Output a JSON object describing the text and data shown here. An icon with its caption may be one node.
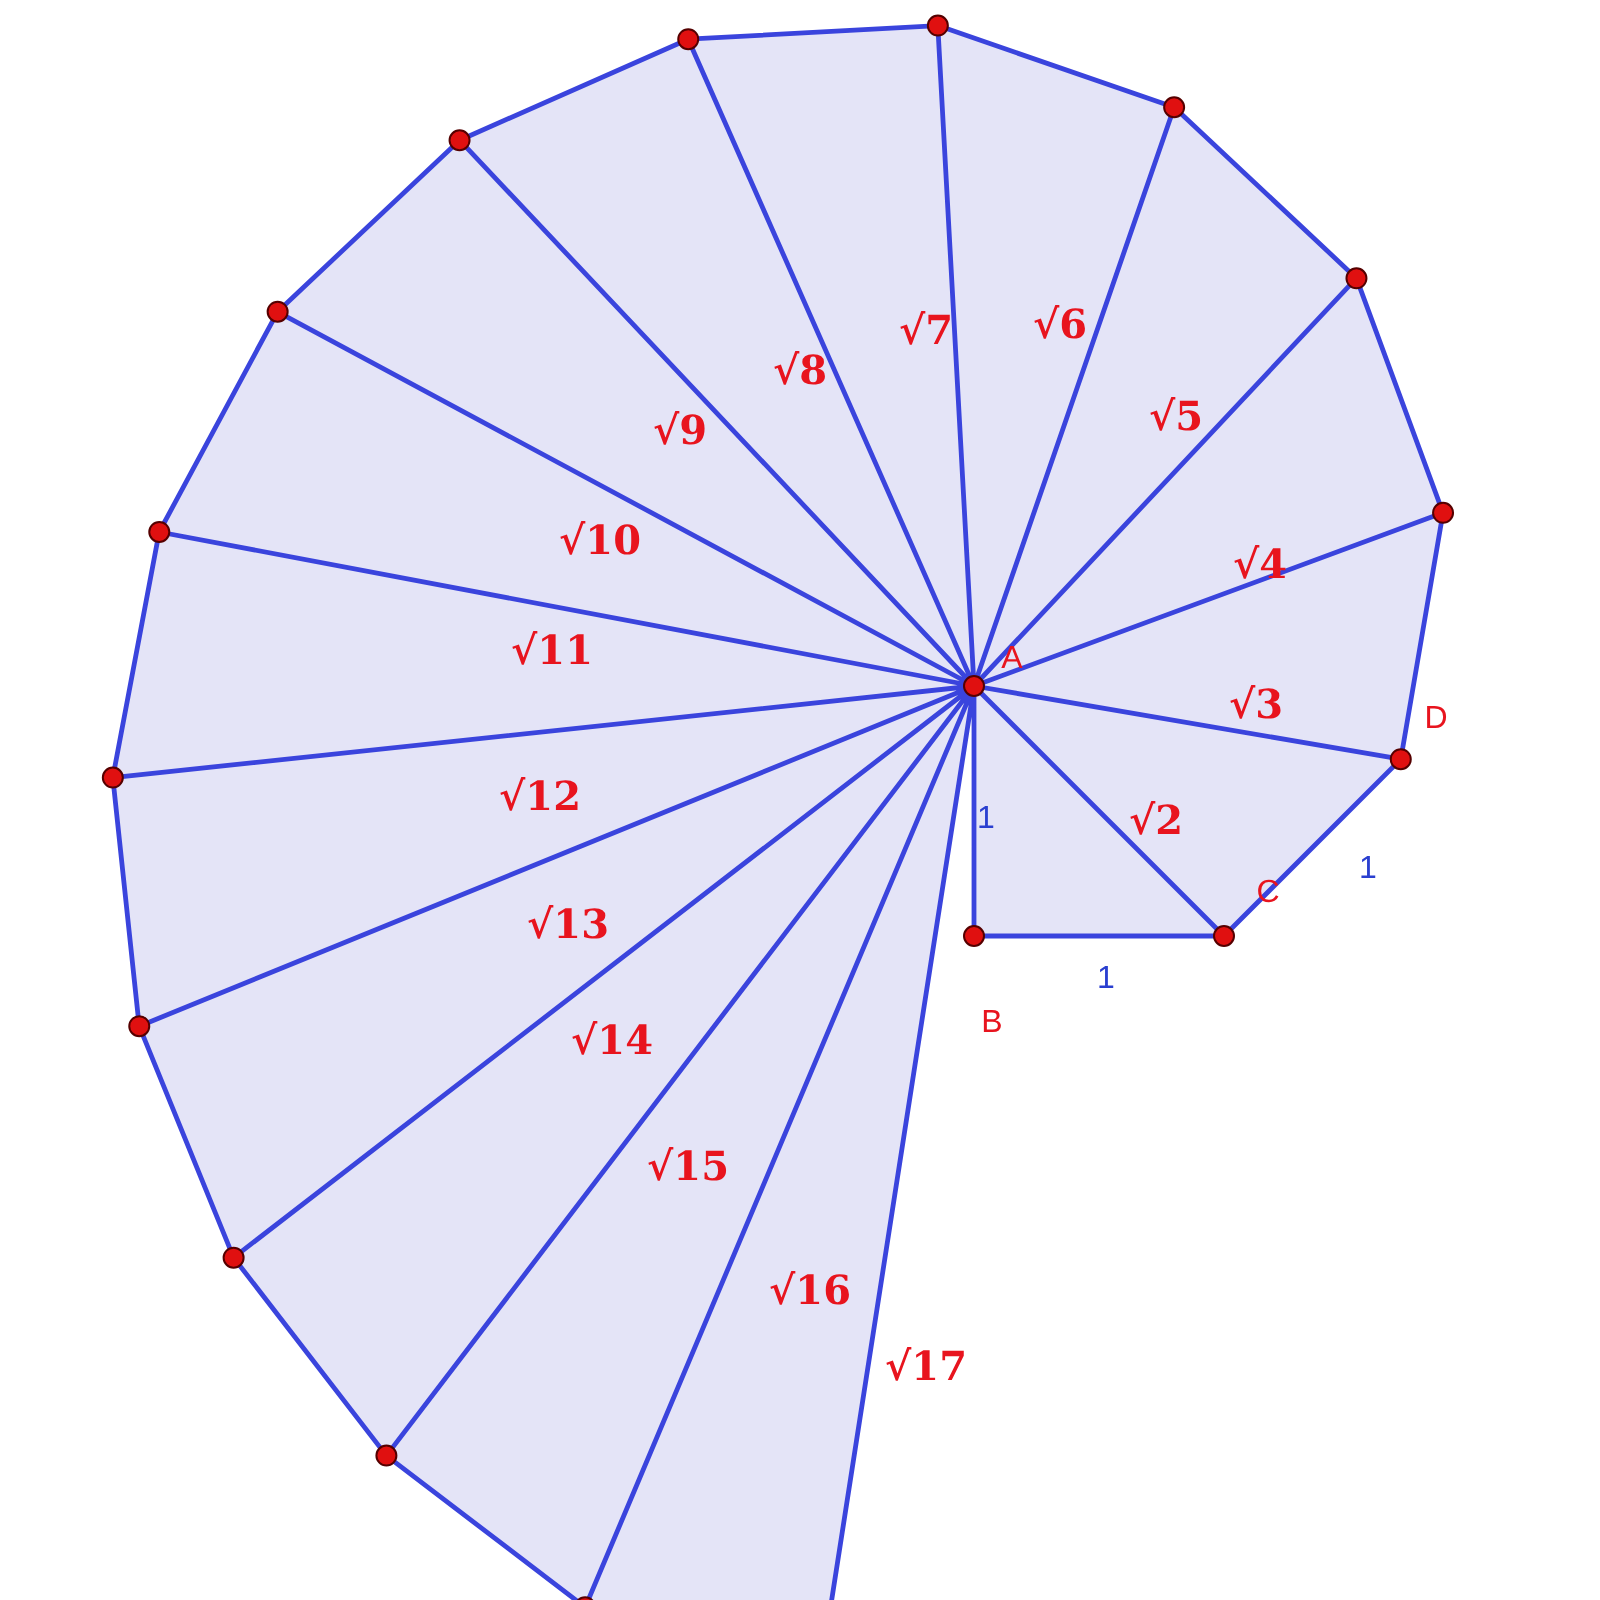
{
  "diagram": {
    "labels": [
      "√6",
      "√7",
      "√8",
      "√5",
      "√9",
      "√10",
      "√4",
      "A",
      "√11",
      "√3",
      "D",
      "√12",
      "√2",
      "1",
      "1",
      "C",
      "√13",
      "1",
      "B",
      "√14",
      "√15",
      "√16",
      "√17"
    ]
  }
}
